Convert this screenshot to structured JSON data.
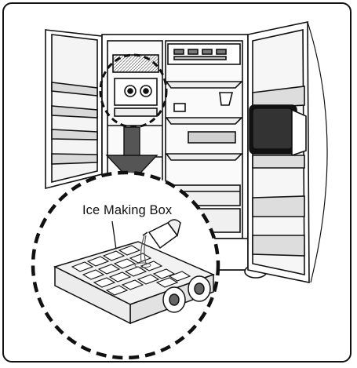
{
  "figure": {
    "callout": {
      "label": "Ice Making Box"
    },
    "colors": {
      "line": "#111111",
      "shade": "#8a8a8a",
      "light": "#d9d9d9",
      "background": "#ffffff"
    },
    "icons": [
      "refrigerator-illustration",
      "ice-making-box-illustration",
      "pitcher-icon",
      "arrow-down-icon"
    ]
  }
}
